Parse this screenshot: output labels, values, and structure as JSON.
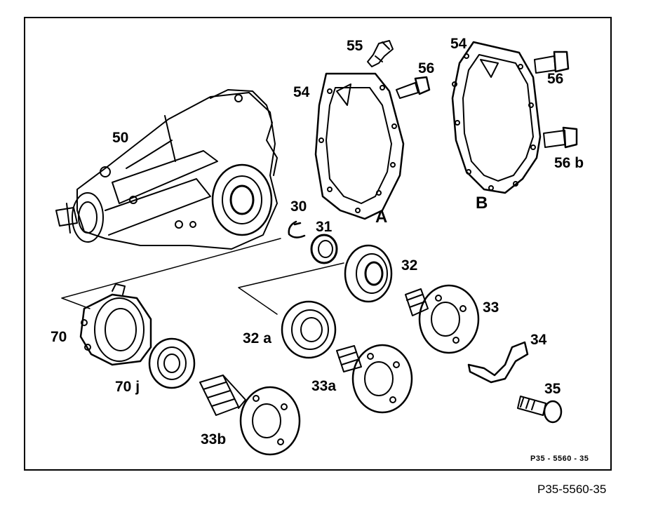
{
  "callouts": {
    "n50": "50",
    "n55": "55",
    "n54a": "54",
    "n54b": "54",
    "n56a": "56",
    "n56b": "56",
    "n56c": "56 b",
    "n30": "30",
    "n31": "31",
    "n32": "32",
    "n32a": "32 a",
    "n33": "33",
    "n33a": "33a",
    "n33b": "33b",
    "n34": "34",
    "n35": "35",
    "n70": "70",
    "n70j": "70 j",
    "A": "A",
    "B": "B"
  },
  "drawing_code": "P35 - 5560 - 35",
  "figure_code": "P35-5560-35"
}
